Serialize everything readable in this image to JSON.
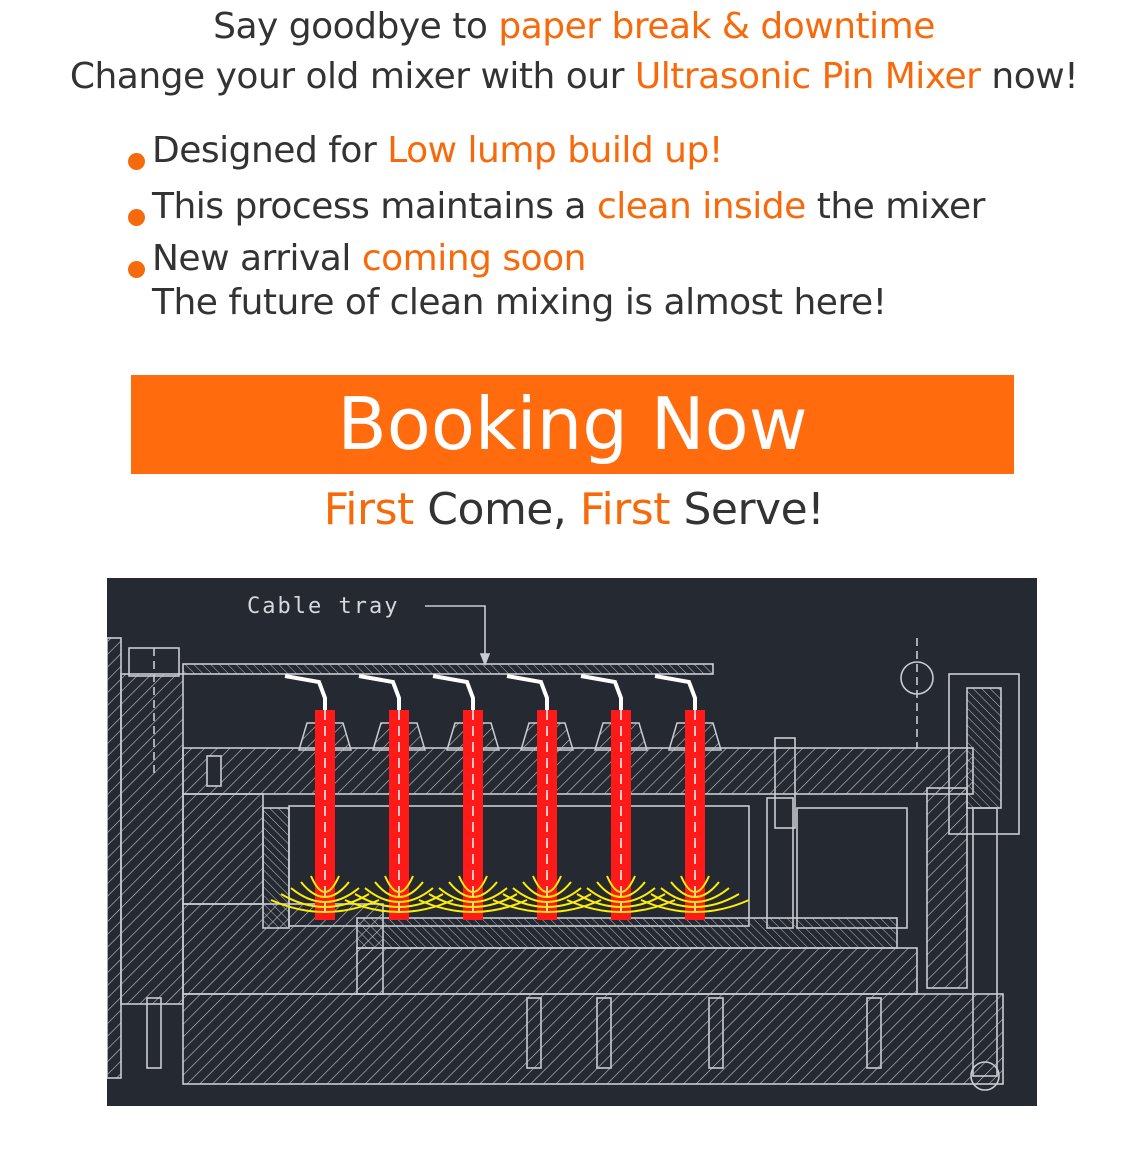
{
  "headline": {
    "line1": {
      "a": "Say goodbye to ",
      "b": "paper break & downtime"
    },
    "line2": {
      "a": "Change your old mixer with our ",
      "b": "Ultrasonic Pin Mixer",
      "c": " now!"
    }
  },
  "bullets": [
    {
      "a": "Designed for ",
      "b": "Low lump build up!"
    },
    {
      "a": "This process maintains a ",
      "b": "clean inside",
      "c": " the mixer"
    },
    {
      "a": "New arrival ",
      "b": "coming soon",
      "sub": "The future of clean mixing is almost here!"
    }
  ],
  "cta": {
    "label": "Booking Now"
  },
  "slogan": {
    "a": "First",
    "b": " Come, ",
    "c": "First",
    "d": " Serve!"
  },
  "drawing": {
    "label": "Cable tray"
  },
  "colors": {
    "accent": "#f76a0c",
    "text": "#333333",
    "drawing_bg": "#252931",
    "pin": "#ff1a1a",
    "wave": "#ffee00"
  }
}
